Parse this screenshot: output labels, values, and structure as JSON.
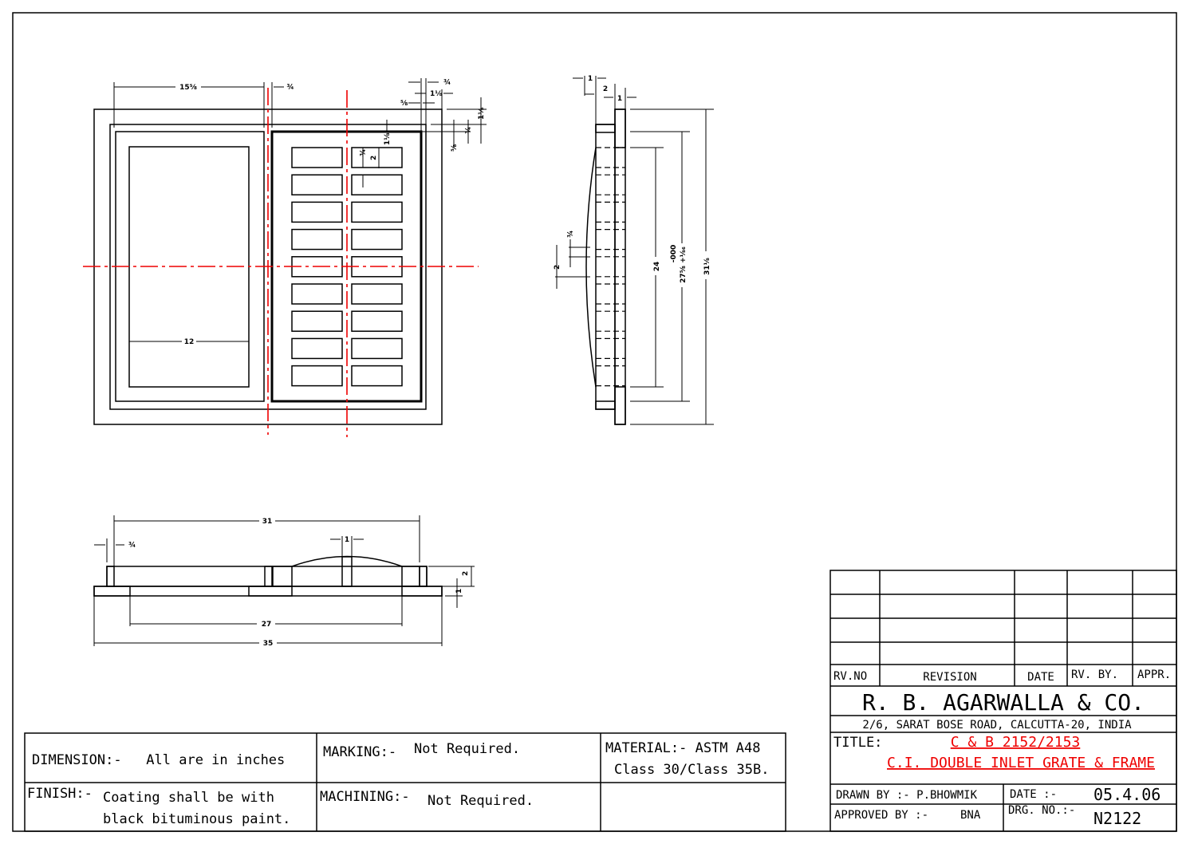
{
  "top_view": {
    "dims": {
      "frame_width": "15⅝",
      "gap": "¾",
      "top_a": "¾",
      "top_b": "1⅛",
      "top_c": "⅝",
      "right_a": "1⅛",
      "right_b": "¾",
      "right_c": "⅝",
      "slot_top": "1⅛",
      "slot_gap": "¾",
      "slot_h": "2",
      "opening": "12"
    }
  },
  "side_view": {
    "dims": {
      "t1": "1",
      "t2": "2",
      "t3": "1",
      "bar": "¾",
      "bar_pitch": "2",
      "inner": "24",
      "middle": "27⅝ +⅛₆",
      "middle_tol": "-000",
      "outer": "31⅛"
    }
  },
  "front_view": {
    "dims": {
      "overall_top": "31",
      "lip": "¾",
      "bar": "1",
      "height": "2",
      "flange": "1",
      "opening": "27",
      "overall": "35"
    }
  },
  "notes": {
    "dimension": "DIMENSION:-   All are in inches",
    "marking_label": "MARKING:-",
    "marking_value": "Not Required.",
    "material_line1": "MATERIAL:- ASTM A48",
    "material_line2": "Class 30/Class 35B.",
    "finish_label": "FINISH:-",
    "finish_line1": "Coating shall be with",
    "finish_line2": "black bituminous paint.",
    "machining_label": "MACHINING:-",
    "machining_value": "Not Required."
  },
  "title_block": {
    "revision_headers": {
      "rv_no": "RV.NO",
      "revision": "REVISION",
      "date": "DATE",
      "rv_by": "RV. BY.",
      "appr": "APPR."
    },
    "company": "R. B. AGARWALLA & CO.",
    "address": "2/6, SARAT BOSE ROAD, CALCUTTA-20, INDIA",
    "title_label": "TITLE:",
    "title_line1": "C & B 2152/2153",
    "title_line2": "C.I. DOUBLE INLET GRATE & FRAME",
    "drawn_by": "DRAWN BY :- P.BHOWMIK",
    "date_label": "DATE :-",
    "date_value": "05.4.06",
    "approved_by_label": "APPROVED BY :-",
    "approved_by_value": "BNA",
    "drg_no_label": "DRG. NO.:-",
    "drg_no_value": "N2122"
  },
  "colors": {
    "title_red": "#e00000",
    "centerline_red": "#e00000"
  }
}
